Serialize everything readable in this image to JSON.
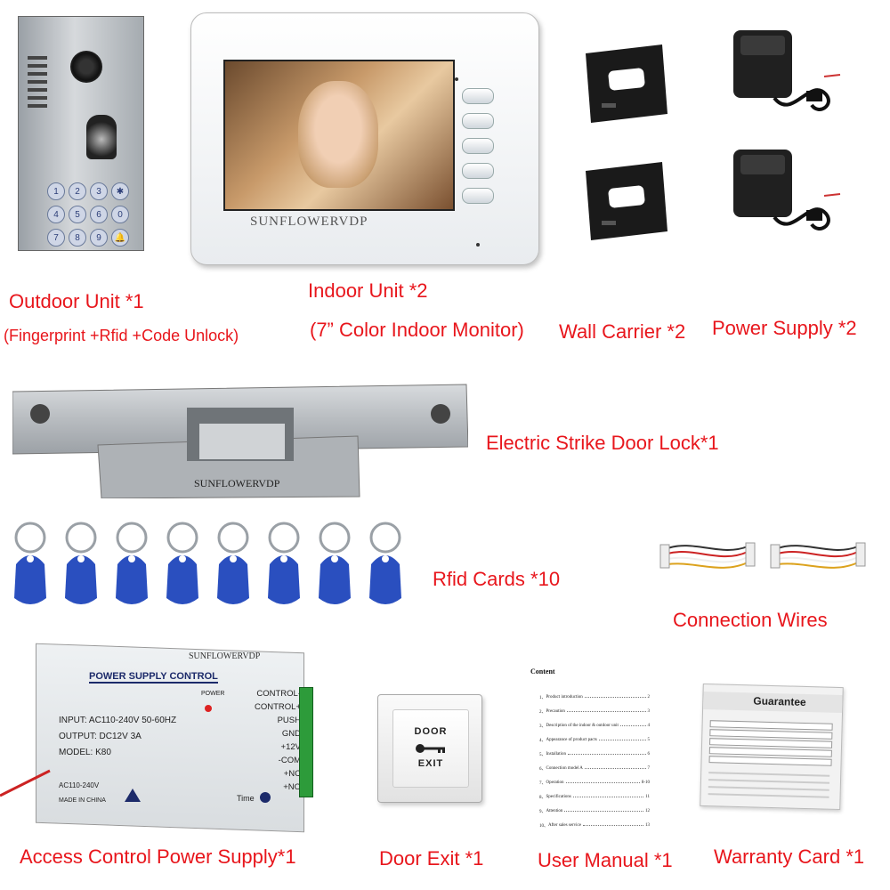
{
  "captions": {
    "outdoor_unit": "Outdoor Unit *1",
    "outdoor_unit_detail": "(Fingerprint +Rfid +Code Unlock)",
    "indoor_unit": "Indoor Unit *2",
    "indoor_unit_detail": "(7” Color Indoor Monitor)",
    "wall_carrier": "Wall Carrier *2",
    "power_supply": "Power Supply *2",
    "electric_strike": "Electric Strike Door Lock*1",
    "rfid_cards": "Rfid Cards *10",
    "connection_wires": "Connection Wires",
    "access_power": "Access Control Power Supply*1",
    "door_exit": "Door Exit *1",
    "user_manual": "User Manual *1",
    "warranty_card": "Warranty Card *1"
  },
  "brand": "SUNFLOWERVDP",
  "keypad_keys": [
    "1",
    "2",
    "3",
    "✱",
    "4",
    "5",
    "6",
    "0",
    "7",
    "8",
    "9",
    "🔔"
  ],
  "power_box": {
    "brand": "SUNFLOWERVDP",
    "title": "POWER SUPPLY CONTROL",
    "power_label": "POWER",
    "input": "INPUT: AC110-240V  50-60HZ",
    "output": "OUTPUT: DC12V  3A",
    "model": "MODEL: K80",
    "ac_label": "AC110-240V",
    "made_in": "MADE IN CHINA",
    "time_label": "Time",
    "terminals": [
      "CONTROL-",
      "CONTROL+",
      "PUSH",
      "GND",
      "+12V",
      "-COM",
      "+NC",
      "+NO"
    ]
  },
  "exit_button": {
    "top": "DOOR",
    "bottom": "EXIT"
  },
  "manual": {
    "heading": "Content",
    "entries": [
      {
        "n": "1、",
        "t": "Product introduction",
        "p": "2"
      },
      {
        "n": "2、",
        "t": "Precaution",
        "p": "3"
      },
      {
        "n": "3、",
        "t": "Description of the indoor & outdoor unit",
        "p": "4"
      },
      {
        "n": "4、",
        "t": "Appearance of product pacts",
        "p": "5"
      },
      {
        "n": "5、",
        "t": "Installation",
        "p": "6"
      },
      {
        "n": "6、",
        "t": "Connection model A",
        "p": "7"
      },
      {
        "n": "7、",
        "t": "Operation",
        "p": "8-10"
      },
      {
        "n": "8、",
        "t": "Specifications",
        "p": "11"
      },
      {
        "n": "9、",
        "t": "Attention",
        "p": "12"
      },
      {
        "n": "10、",
        "t": "After sales service",
        "p": "13"
      }
    ]
  },
  "warranty": {
    "heading": "Guarantee"
  },
  "colors": {
    "caption": "#e8161c",
    "rfid": "#2a4fbf",
    "terminal": "#2d9b3a"
  }
}
